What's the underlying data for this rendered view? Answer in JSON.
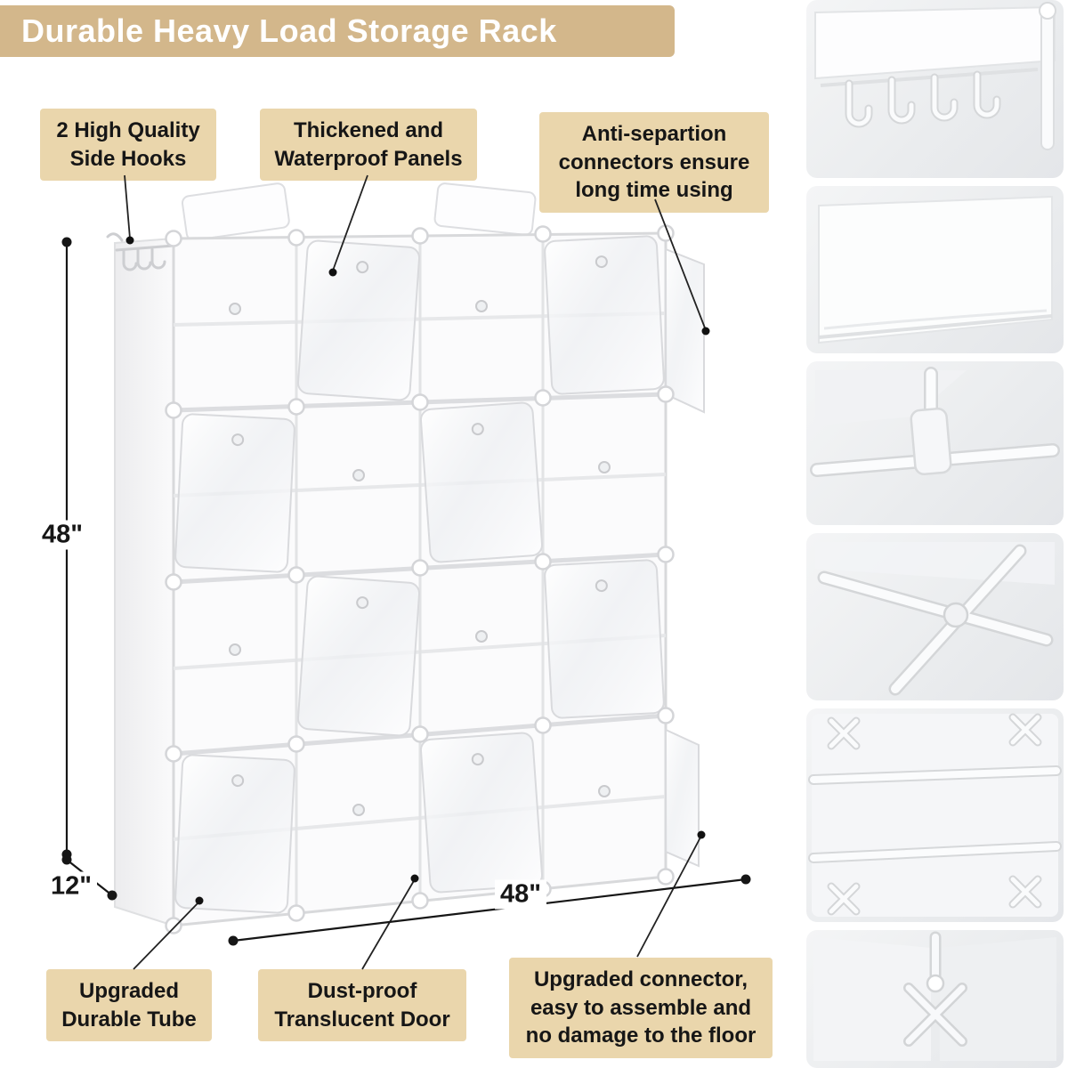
{
  "banner": {
    "title": "Durable Heavy Load Storage Rack"
  },
  "callouts": {
    "side_hooks": "2 High Quality Side Hooks",
    "panels": "Thickened and Waterproof Panels",
    "anti_separation": "Anti-separtion connectors ensure long time using",
    "tube": "Upgraded Durable Tube",
    "door": "Dust-proof Translucent Door",
    "floor_connector": "Upgraded connector, easy to assemble and no damage to the floor"
  },
  "dimensions": {
    "height": "48\"",
    "depth": "12\"",
    "width": "48\""
  },
  "colors": {
    "banner_bg": "#d3b78b",
    "callout_bg": "#ead6ac",
    "text_dark": "#161616",
    "line_dark": "#1c1c1c",
    "rack_white": "#fbfbfc"
  },
  "detail_images": [
    {
      "name": "side-hooks-photo"
    },
    {
      "name": "waterproof-panel-photo"
    },
    {
      "name": "tube-connector-photo"
    },
    {
      "name": "frame-joint-photo"
    },
    {
      "name": "panel-grid-photo"
    },
    {
      "name": "corner-connector-photo"
    }
  ]
}
